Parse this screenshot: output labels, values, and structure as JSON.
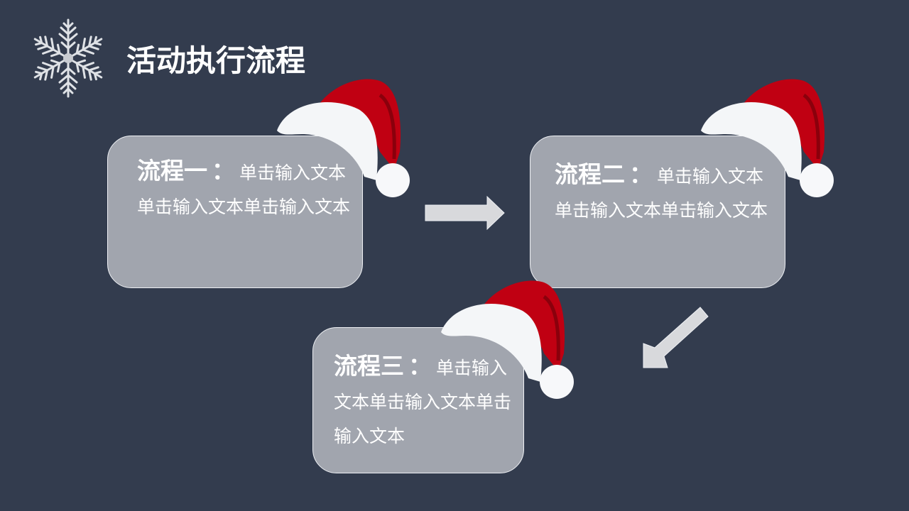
{
  "slide": {
    "title": "活动执行流程",
    "background_color": "#333c4e",
    "box_color": "#a1a5ae",
    "arrow_color": "#d8d9dc",
    "decoration_icons": [
      "snowflake-icon",
      "santa-hat-icon"
    ]
  },
  "steps": [
    {
      "heading": "流程一",
      "colon": "：",
      "body": "单击输入文本单击输入文本单击输入文本"
    },
    {
      "heading": "流程二",
      "colon": "：",
      "body": "单击输入文本单击输入文本单击输入文本"
    },
    {
      "heading": "流程三",
      "colon": "：",
      "body": "单击输入文本单击输入文本单击输入文本"
    }
  ],
  "arrows": [
    {
      "direction": "right"
    },
    {
      "direction": "down-left"
    }
  ]
}
